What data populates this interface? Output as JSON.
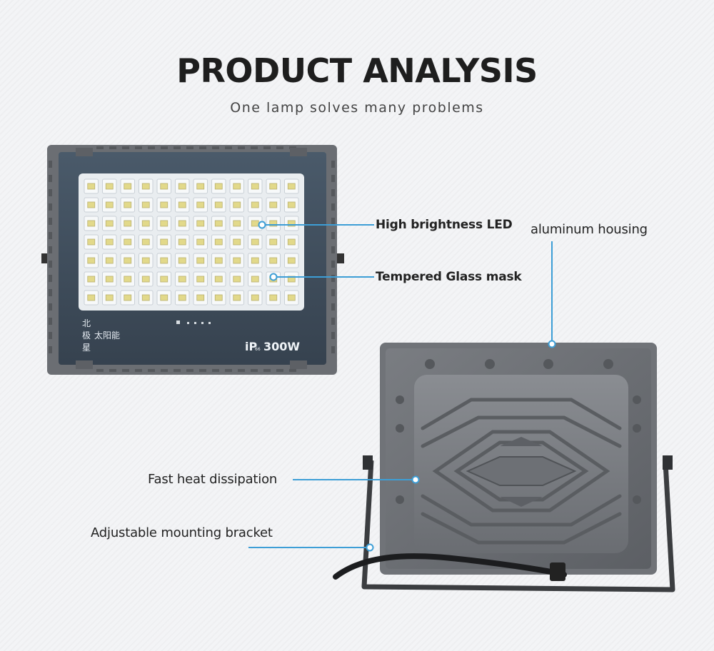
{
  "header": {
    "title": "PRODUCT ANALYSIS",
    "subtitle": "One lamp solves many problems"
  },
  "front_lamp": {
    "brand_chars": [
      "北",
      "极",
      "星"
    ],
    "brand_suffix": "太阳能",
    "rating_prefix": "iP",
    "rating_suffix": "66",
    "power": "300W"
  },
  "callouts": {
    "led": "High brightness LED",
    "glass": "Tempered Glass mask",
    "housing": "aluminum housing",
    "heat": "Fast heat dissipation",
    "bracket": "Adjustable mounting bracket"
  },
  "colors": {
    "accent": "#3d9ed6",
    "housing": "#6b6e73",
    "panel": "#3f4d5c",
    "led_board": "#e9edf0"
  }
}
